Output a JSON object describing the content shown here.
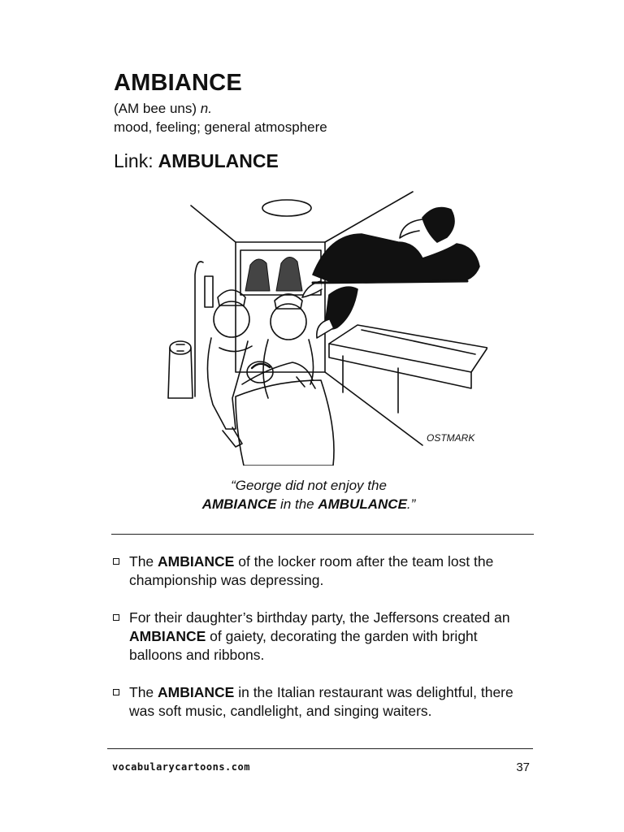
{
  "entry": {
    "word": "AMBIANCE",
    "pronunciation": "(AM bee uns)",
    "part_of_speech": "n.",
    "definition": "mood, feeling; general atmosphere",
    "link_label": "Link:",
    "link_word": "AMBULANCE"
  },
  "cartoon": {
    "signature": "OSTMARK"
  },
  "caption": {
    "line1": "“George did not enjoy the",
    "w1": "AMBIANCE",
    "mid": " in the ",
    "w2": "AMBULANCE",
    "end": ".”"
  },
  "examples": [
    {
      "pre": "The ",
      "bold": "AMBIANCE",
      "post": " of the locker room after the team lost the championship was depressing."
    },
    {
      "pre": "For their daughter’s birthday party, the Jeffersons created an ",
      "bold": "AMBIANCE",
      "post": " of gaiety, decorating the garden with bright balloons and ribbons."
    },
    {
      "pre": "The ",
      "bold": "AMBIANCE",
      "post": " in the Italian restaurant was delightful, there was soft music, candlelight, and singing waiters."
    }
  ],
  "footer": {
    "site": "vocabularycartoons.com",
    "page_number": "37"
  }
}
